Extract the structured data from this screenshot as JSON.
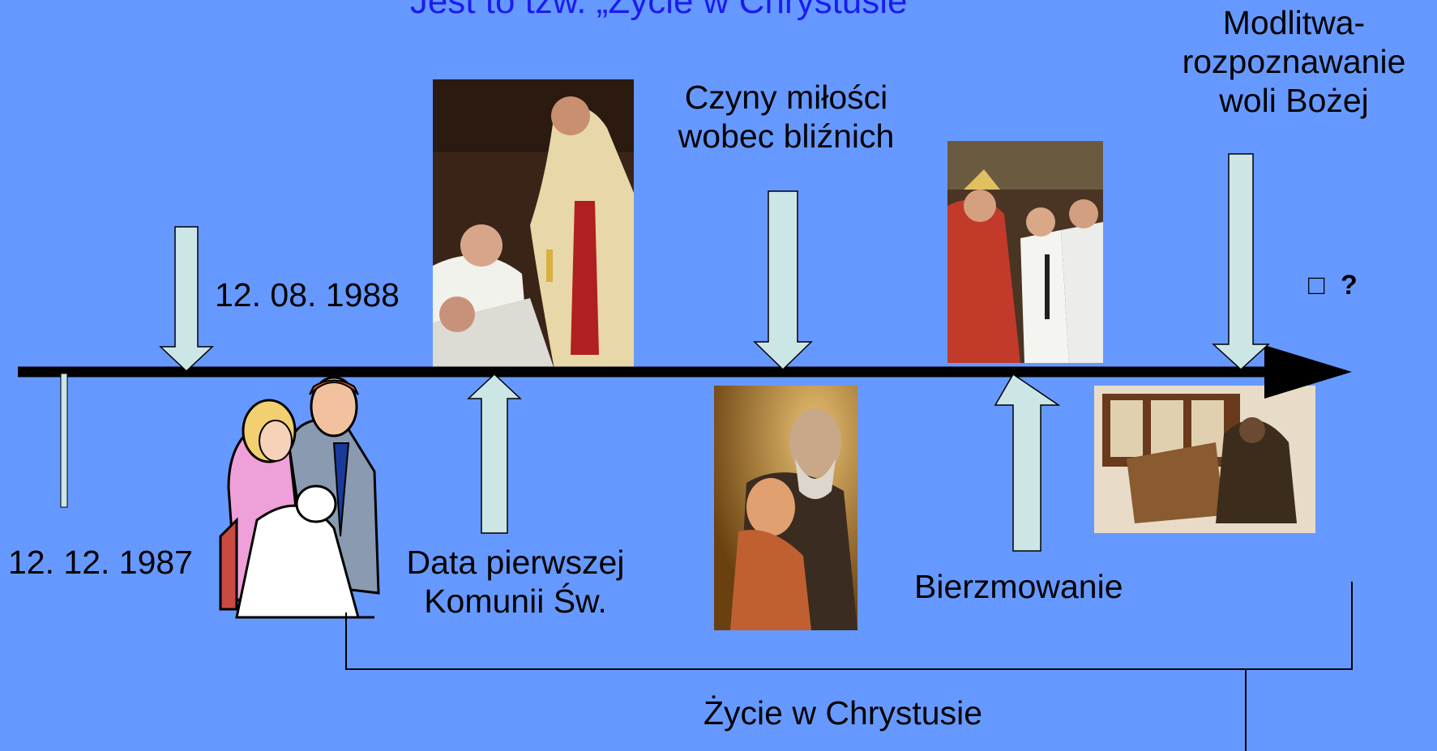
{
  "title": "Jest to tzw. „Życie w Chrystusie”",
  "labels": {
    "date_birth": "12. 12. 1987",
    "date_baptism": "12. 08. 1988",
    "first_communion_line1": "Data pierwszej",
    "first_communion_line2": "Komunii Św.",
    "charity_line1": "Czyny miłości",
    "charity_line2": "wobec bliźnich",
    "confirmation": "Bierzmowanie",
    "prayer_line1": "Modlitwa-",
    "prayer_line2": "rozpoznawanie",
    "prayer_line3": "woli Bożej",
    "future_box": "□",
    "future_question": "?",
    "life_in_christ": "Życie w Chrystusie"
  },
  "colors": {
    "background": "#6699ff",
    "title": "#1c1cf0",
    "arrow_fill": "#cce6e6",
    "timeline": "#000000"
  },
  "images": [
    {
      "name": "baptism-clipart-image",
      "depicts": "parents holding baby at baptism"
    },
    {
      "name": "first-communion-photo",
      "depicts": "priest giving communion to a child"
    },
    {
      "name": "saint-with-child-painting",
      "depicts": "old man in habit embracing a child"
    },
    {
      "name": "confirmation-photo",
      "depicts": "bishop confirming young people"
    },
    {
      "name": "prayer-photo",
      "depicts": "person kneeling at a prie-dieu"
    }
  ]
}
